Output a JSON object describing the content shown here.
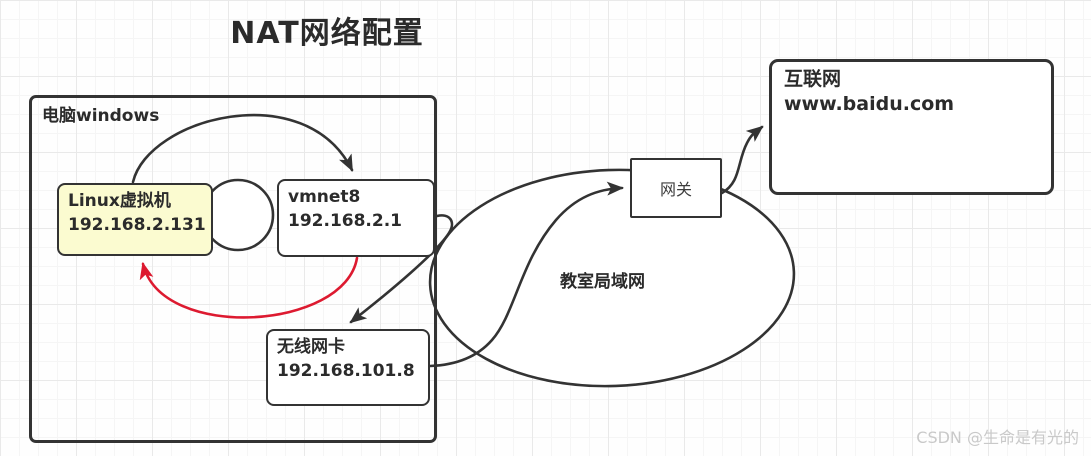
{
  "title": "NAT网络配置",
  "colors": {
    "stroke": "#333333",
    "arrow_red": "#dd1a30",
    "vm_fill": "#fbfbd0",
    "text": "#2b2b2b",
    "watermark": "#c9c9c9",
    "grid_minor": "#f5f5f5",
    "grid_major": "#e9e9e9"
  },
  "windows_box": {
    "label": "电脑windows"
  },
  "nodes": {
    "linux_vm": {
      "name": "Linux虚拟机",
      "ip": "192.168.2.131"
    },
    "vmnet8": {
      "name": "vmnet8",
      "ip": "192.168.2.1"
    },
    "wireless": {
      "name": "无线网卡",
      "ip": "192.168.101.8"
    },
    "gateway": {
      "label": "网关"
    },
    "lan": {
      "label": "教室局域网"
    },
    "internet": {
      "name": "互联网",
      "url": "www.baidu.com"
    }
  },
  "watermark": "CSDN @生命是有光的"
}
